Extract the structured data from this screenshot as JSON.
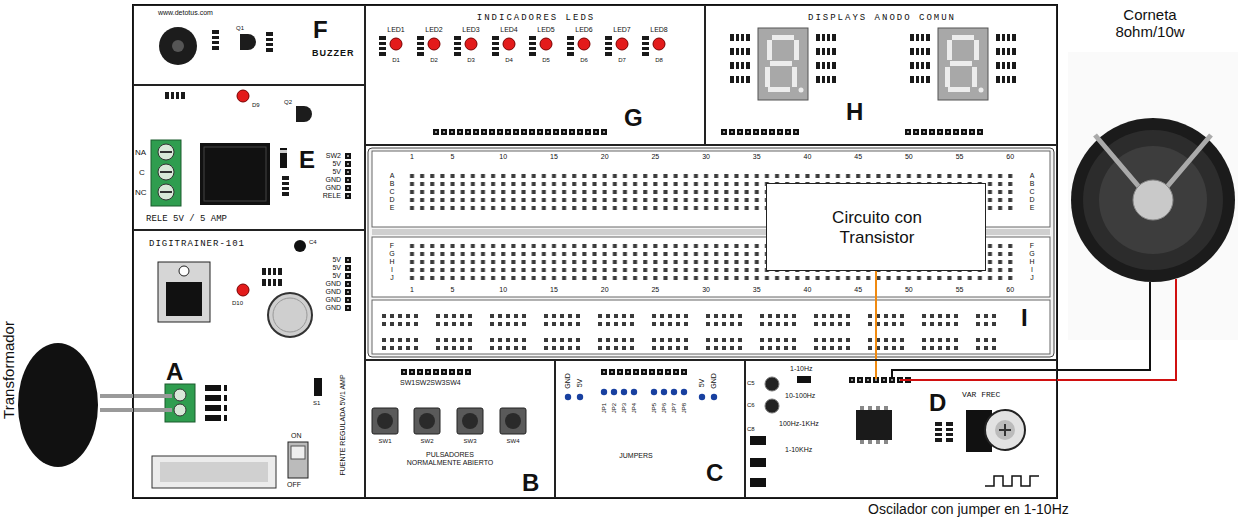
{
  "diagram": {
    "caption": "Oscilador con jumper en 1-10Hz",
    "nodes": [
      {
        "text": [
          "F"
        ]
      },
      {
        "text": [
          "INDICADORES LEDS",
          "G"
        ]
      },
      {
        "text": [
          "DISPLAYS ANODO COMUN",
          "H"
        ]
      },
      {
        "text": [
          "E"
        ]
      },
      {
        "text": [
          "DIGITRAINER-101",
          "A"
        ]
      },
      {
        "text": [
          "I"
        ]
      },
      {
        "text": [
          "Circuito con Transistor"
        ],
        "in": 5
      },
      {
        "text": [
          "B"
        ]
      },
      {
        "text": [
          "C"
        ]
      },
      {
        "text": [
          "D"
        ]
      },
      {
        "text": [
          "Corneta 8ohm/10w"
        ]
      },
      {
        "text": [
          "Transformador"
        ]
      }
    ],
    "edges": [
      {
        "from": 11,
        "to": 4,
        "arrow": "none"
      },
      {
        "from": 11,
        "to": 4,
        "arrow": "none"
      },
      {
        "from": 6,
        "to": 9,
        "arrow": "none"
      },
      {
        "from": 9,
        "to": 10,
        "arrow": "none"
      },
      {
        "from": 9,
        "to": 10,
        "arrow": "none"
      }
    ],
    "labels": [
      "www.detotus.com",
      "Q1",
      "BUZZER",
      "LED1",
      "LED2",
      "LED3",
      "LED4",
      "LED5",
      "LED6",
      "LED7",
      "LED8",
      "D1",
      "D2",
      "D3",
      "D4",
      "D5",
      "D6",
      "D7",
      "D8",
      "D9",
      "Q2",
      "NA",
      "C",
      "NC",
      "SW2",
      "5V",
      "5V",
      "GND",
      "GND",
      "RELE",
      "RELE 5V / 5 AMP",
      "C4",
      "5V",
      "5V",
      "5V",
      "GND",
      "GND",
      "GND",
      "GND",
      "D10",
      "FUENTE REGULADA 5V/1 AMP",
      "S1",
      "ON",
      "OFF",
      "SW1SW2SW3SW4",
      "SW1",
      "SW2",
      "SW3",
      "SW4",
      "PULSADORES NORMALMENTE ABIERTO",
      "GND",
      "5V",
      "JP1",
      "JP2",
      "JP3",
      "JP4",
      "JP5",
      "JP6",
      "JP7",
      "JP8",
      "5V",
      "GND",
      "JUMPERS",
      "C5",
      "C6",
      "C8",
      "1-10Hz",
      "10-100Hz",
      "100Hz-1KHz",
      "1-10KHz",
      "VAR FREC",
      "1",
      "5",
      "10",
      "15",
      "20",
      "25",
      "30",
      "35",
      "40",
      "45",
      "50",
      "55",
      "60",
      "1",
      "5",
      "10",
      "15",
      "20",
      "25",
      "30",
      "35",
      "40",
      "45",
      "50",
      "55",
      "60",
      "A",
      "B",
      "C",
      "D",
      "E",
      "A",
      "B",
      "C",
      "D",
      "E",
      "F",
      "G",
      "H",
      "I",
      "J",
      "F",
      "G",
      "H",
      "I",
      "J"
    ]
  }
}
